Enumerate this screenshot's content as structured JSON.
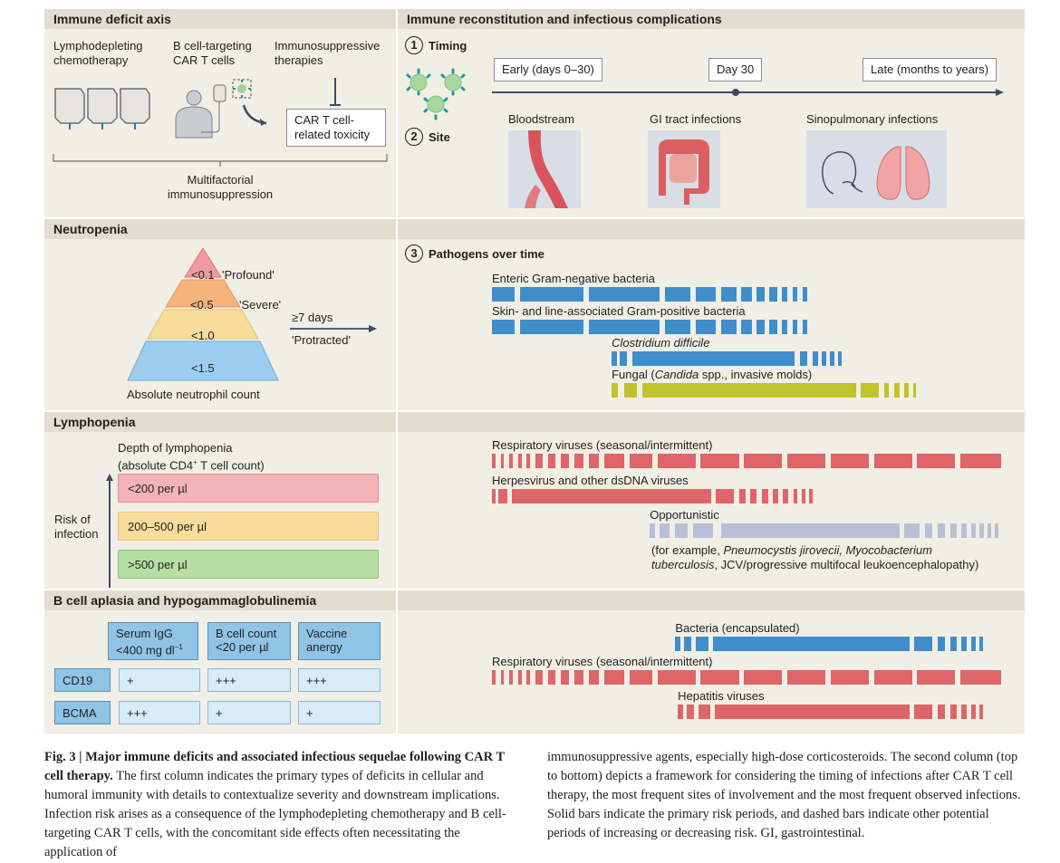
{
  "left_column": {
    "immune_deficit_axis": {
      "title": "Immune deficit axis",
      "items": [
        {
          "label_line1": "Lymphodepleting",
          "label_line2": "chemotherapy",
          "icon": "iv-bag-icon"
        },
        {
          "label_line1": "B cell-targeting",
          "label_line2": "CAR T cells",
          "icon": "patient-infusion-icon"
        },
        {
          "label_line1": "Immunosuppressive",
          "label_line2": "therapies",
          "icon": "inhibition-icon"
        }
      ],
      "toxicity_box_line1": "CAR T cell-",
      "toxicity_box_line2": "related toxicity",
      "result_line1": "Multifactorial",
      "result_line2": "immunosuppression"
    },
    "neutropenia": {
      "title": "Neutropenia",
      "levels": [
        {
          "value": "<0.1",
          "label": "'Profound'",
          "color": "#ee9aa0"
        },
        {
          "value": "<0.5",
          "label": "'Severe'",
          "color": "#f5b27a"
        },
        {
          "value": "<1.0",
          "label": "",
          "color": "#f7dc9a"
        },
        {
          "value": "<1.5",
          "label": "",
          "color": "#9ccdf0"
        }
      ],
      "duration": "≥7 days",
      "duration_label": "'Protracted'",
      "axis_label": "Absolute neutrophil count"
    },
    "lymphopenia": {
      "title": "Lymphopenia",
      "depth_label_line1": "Depth of lymphopenia",
      "depth_label_line2": "(absolute CD4",
      "depth_label_sup": "+",
      "depth_label_line2_end": " T cell count)",
      "risk_label_line1": "Risk of",
      "risk_label_line2": "infection",
      "levels": [
        {
          "label": "<200 per µl",
          "color": "#f2b4b8"
        },
        {
          "label": "200–500 per µl",
          "color": "#f8dc9c"
        },
        {
          "label": ">500 per µl",
          "color": "#b6dfa5"
        }
      ]
    },
    "b_cell": {
      "title": "B cell aplasia and hypogammaglobulinemia",
      "columns": [
        {
          "line1": "Serum IgG",
          "line2": "<400 mg dl",
          "sup": "−1"
        },
        {
          "line1": "B cell count",
          "line2": "<20 per µl",
          "sup": ""
        },
        {
          "line1": "Vaccine",
          "line2": "anergy",
          "sup": ""
        }
      ],
      "rows": [
        {
          "label": "CD19",
          "values": [
            "+",
            "+++",
            "+++"
          ]
        },
        {
          "label": "BCMA",
          "values": [
            "+++",
            "+",
            "+"
          ]
        }
      ]
    }
  },
  "right_column": {
    "title": "Immune reconstitution and infectious complications",
    "timing": {
      "number": "1",
      "label": "Timing",
      "early": "Early (days 0–30)",
      "day30": "Day 30",
      "late": "Late (months to years)"
    },
    "site": {
      "number": "2",
      "label": "Site",
      "sites": [
        "Bloodstream",
        "GI tract infections",
        "Sinopulmonary infections"
      ]
    },
    "pathogens": {
      "number": "3",
      "label": "Pathogens over time"
    },
    "opportunistic_note_prefix": "(for example, ",
    "opportunistic_note_italic1": "Pneumocystis jirovecii, Myocobacterium",
    "opportunistic_note_italic2": "tuberculosis",
    "opportunistic_note_suffix": ", JCV/progressive multifocal leukoencephalopathy)"
  },
  "chart_data": {
    "type": "timeline",
    "title": "Pathogens over time",
    "x_axis": {
      "start_label": "Early (days 0–30)",
      "mid_label": "Day 30",
      "end_label": "Late (months to years)",
      "range": [
        0,
        1
      ]
    },
    "colors": {
      "bacteria": "#3f8ecb",
      "fungal": "#c2c22a",
      "viral": "#de6568",
      "opportunistic": "#b8c0d6"
    },
    "series": [
      {
        "section": "neutropenia",
        "name": "Enteric Gram-negative bacteria",
        "color": "bacteria",
        "segments": [
          [
            0.0,
            0.045
          ],
          [
            0.055,
            0.18
          ],
          [
            0.19,
            0.33
          ],
          [
            0.34,
            0.39
          ],
          [
            0.4,
            0.44
          ],
          [
            0.45,
            0.48
          ],
          [
            0.49,
            0.51
          ],
          [
            0.52,
            0.535
          ],
          [
            0.545,
            0.56
          ],
          [
            0.57,
            0.58
          ],
          [
            0.59,
            0.6
          ],
          [
            0.61,
            0.62
          ]
        ]
      },
      {
        "section": "neutropenia",
        "name": "Skin- and line-associated Gram-positive bacteria",
        "color": "bacteria",
        "segments": [
          [
            0.0,
            0.045
          ],
          [
            0.055,
            0.18
          ],
          [
            0.19,
            0.33
          ],
          [
            0.34,
            0.39
          ],
          [
            0.4,
            0.44
          ],
          [
            0.45,
            0.48
          ],
          [
            0.49,
            0.51
          ],
          [
            0.52,
            0.535
          ],
          [
            0.545,
            0.56
          ],
          [
            0.57,
            0.58
          ],
          [
            0.59,
            0.6
          ],
          [
            0.61,
            0.62
          ]
        ]
      },
      {
        "section": "neutropenia",
        "name": "Clostridium difficile",
        "italic": true,
        "color": "bacteria",
        "segments": [
          [
            0.235,
            0.245
          ],
          [
            0.25,
            0.265
          ],
          [
            0.275,
            0.595
          ],
          [
            0.605,
            0.62
          ],
          [
            0.63,
            0.64
          ],
          [
            0.648,
            0.656
          ],
          [
            0.664,
            0.672
          ],
          [
            0.68,
            0.686
          ]
        ]
      },
      {
        "section": "neutropenia",
        "name": "Fungal (Candida spp., invasive molds)",
        "color": "fungal",
        "segments": [
          [
            0.235,
            0.248
          ],
          [
            0.26,
            0.285
          ],
          [
            0.295,
            0.715
          ],
          [
            0.725,
            0.76
          ],
          [
            0.77,
            0.78
          ],
          [
            0.79,
            0.8
          ],
          [
            0.81,
            0.818
          ],
          [
            0.827,
            0.833
          ]
        ]
      },
      {
        "section": "lymphopenia",
        "name": "Respiratory viruses (seasonal/intermittent)",
        "color": "viral",
        "segments": [
          [
            0.0,
            0.007
          ],
          [
            0.017,
            0.024
          ],
          [
            0.034,
            0.041
          ],
          [
            0.051,
            0.058
          ],
          [
            0.068,
            0.075
          ],
          [
            0.085,
            0.1
          ],
          [
            0.11,
            0.125
          ],
          [
            0.135,
            0.152
          ],
          [
            0.162,
            0.18
          ],
          [
            0.19,
            0.21
          ],
          [
            0.22,
            0.26
          ],
          [
            0.27,
            0.315
          ],
          [
            0.325,
            0.4
          ],
          [
            0.41,
            0.485
          ],
          [
            0.495,
            0.57
          ],
          [
            0.58,
            0.655
          ],
          [
            0.665,
            0.74
          ],
          [
            0.75,
            0.825
          ],
          [
            0.835,
            0.91
          ],
          [
            0.92,
            1.0
          ]
        ]
      },
      {
        "section": "lymphopenia",
        "name": "Herpesvirus and other dsDNA viruses",
        "color": "viral",
        "segments": [
          [
            0.0,
            0.007
          ],
          [
            0.013,
            0.03
          ],
          [
            0.04,
            0.43
          ],
          [
            0.44,
            0.475
          ],
          [
            0.485,
            0.498
          ],
          [
            0.508,
            0.52
          ],
          [
            0.53,
            0.542
          ],
          [
            0.552,
            0.562
          ],
          [
            0.572,
            0.582
          ],
          [
            0.592,
            0.6
          ],
          [
            0.608,
            0.615
          ],
          [
            0.623,
            0.63
          ]
        ]
      },
      {
        "section": "lymphopenia",
        "name": "Opportunistic",
        "color": "opportunistic",
        "segments": [
          [
            0.31,
            0.32
          ],
          [
            0.33,
            0.348
          ],
          [
            0.36,
            0.385
          ],
          [
            0.395,
            0.435
          ],
          [
            0.45,
            0.8
          ],
          [
            0.81,
            0.84
          ],
          [
            0.85,
            0.865
          ],
          [
            0.875,
            0.89
          ],
          [
            0.9,
            0.912
          ],
          [
            0.922,
            0.932
          ],
          [
            0.942,
            0.95
          ],
          [
            0.958,
            0.966
          ],
          [
            0.974,
            0.98
          ],
          [
            0.988,
            0.994
          ]
        ]
      },
      {
        "section": "b_cell",
        "name": "Bacteria (encapsulated)",
        "color": "bacteria",
        "segments": [
          [
            0.36,
            0.37
          ],
          [
            0.378,
            0.392
          ],
          [
            0.4,
            0.425
          ],
          [
            0.435,
            0.82
          ],
          [
            0.83,
            0.865
          ],
          [
            0.875,
            0.89
          ],
          [
            0.9,
            0.912
          ],
          [
            0.922,
            0.932
          ],
          [
            0.942,
            0.95
          ],
          [
            0.958,
            0.964
          ]
        ]
      },
      {
        "section": "b_cell",
        "name": "Respiratory viruses (seasonal/intermittent)",
        "color": "viral",
        "segments": [
          [
            0.0,
            0.007
          ],
          [
            0.017,
            0.024
          ],
          [
            0.034,
            0.041
          ],
          [
            0.051,
            0.058
          ],
          [
            0.068,
            0.075
          ],
          [
            0.085,
            0.1
          ],
          [
            0.11,
            0.125
          ],
          [
            0.135,
            0.152
          ],
          [
            0.162,
            0.18
          ],
          [
            0.19,
            0.21
          ],
          [
            0.22,
            0.26
          ],
          [
            0.27,
            0.315
          ],
          [
            0.325,
            0.4
          ],
          [
            0.41,
            0.485
          ],
          [
            0.495,
            0.57
          ],
          [
            0.58,
            0.655
          ],
          [
            0.665,
            0.74
          ],
          [
            0.75,
            0.825
          ],
          [
            0.835,
            0.91
          ],
          [
            0.92,
            1.0
          ]
        ]
      },
      {
        "section": "b_cell",
        "name": "Hepatitis viruses",
        "color": "viral",
        "segments": [
          [
            0.365,
            0.375
          ],
          [
            0.383,
            0.397
          ],
          [
            0.405,
            0.428
          ],
          [
            0.438,
            0.82
          ],
          [
            0.83,
            0.865
          ],
          [
            0.875,
            0.89
          ],
          [
            0.9,
            0.912
          ],
          [
            0.922,
            0.932
          ],
          [
            0.942,
            0.95
          ],
          [
            0.958,
            0.964
          ]
        ]
      }
    ]
  },
  "caption": {
    "bold": "Fig. 3 | Major immune deficits and associated infectious sequelae following CAR T cell therapy.",
    "col1": "The first column indicates the primary types of deficits in cellular and humoral immunity with details to contextualize severity and downstream implications. Infection risk arises as a consequence of the lymphodepleting chemotherapy and B cell-targeting CAR T cells, with the concomitant side effects often necessitating the application of",
    "col2": "immunosuppressive agents, especially high-dose corticosteroids. The second column (top to bottom) depicts a framework for considering the timing of infections after CAR T cell therapy, the most frequent sites of involvement and the most frequent observed infections. Solid bars indicate the primary risk periods, and dashed bars indicate other potential periods of increasing or decreasing risk. GI, gastrointestinal."
  }
}
